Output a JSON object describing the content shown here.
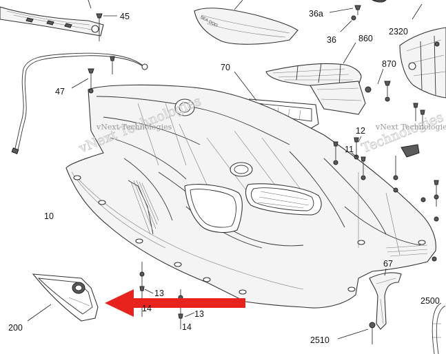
{
  "callouts": {
    "c45": "45",
    "c36a": "36a",
    "c36": "36",
    "c860": "860",
    "c2320": "2320",
    "c70": "70",
    "c870": "870",
    "c47": "47",
    "c12": "12",
    "c11": "11",
    "c10": "10",
    "c67": "67",
    "c13a": "13",
    "c14a": "14",
    "c13b": "13",
    "c14b": "14",
    "c2500": "2500",
    "c200": "200",
    "c2510": "2510"
  },
  "watermark": {
    "line1": "vNext Technologies",
    "line2": "Technologies"
  },
  "colors": {
    "arrow": "#e8231d",
    "line": "#333333",
    "fill": "#f4f4f4"
  }
}
